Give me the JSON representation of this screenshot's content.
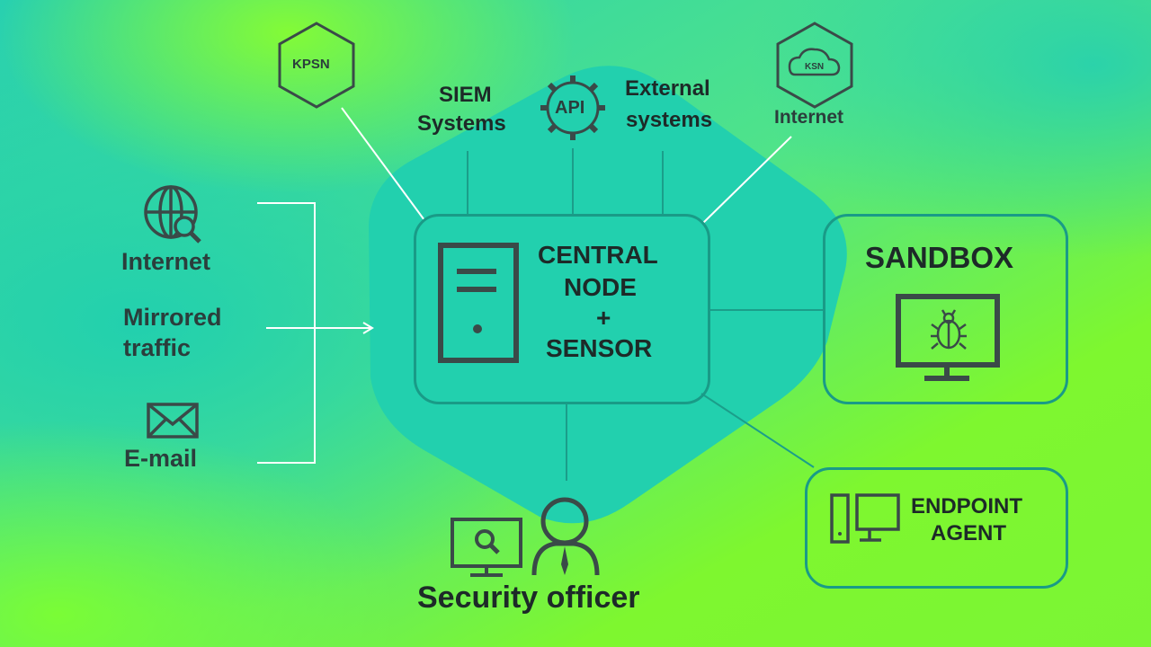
{
  "sources": {
    "internet": "Internet",
    "mirrored_line1": "Mirrored",
    "mirrored_line2": "traffic",
    "email": "E-mail"
  },
  "top": {
    "kpsn": "KPSN",
    "siem_line1": "SIEM",
    "siem_line2": "Systems",
    "api": "API",
    "external_line1": "External",
    "external_line2": "systems",
    "ksn": "KSN",
    "internet": "Internet"
  },
  "central": {
    "line1": "CENTRAL",
    "line2": "NODE",
    "line3": "+",
    "line4": "SENSOR"
  },
  "sandbox": {
    "title": "SANDBOX"
  },
  "endpoint": {
    "line1": "ENDPOINT",
    "line2": "AGENT"
  },
  "officer": {
    "label": "Security officer"
  },
  "colors": {
    "teal": "#22d0ae",
    "green": "#7eff2e",
    "border": "#199b87",
    "icon": "#3a4a48",
    "text": "#2b3e3c"
  }
}
